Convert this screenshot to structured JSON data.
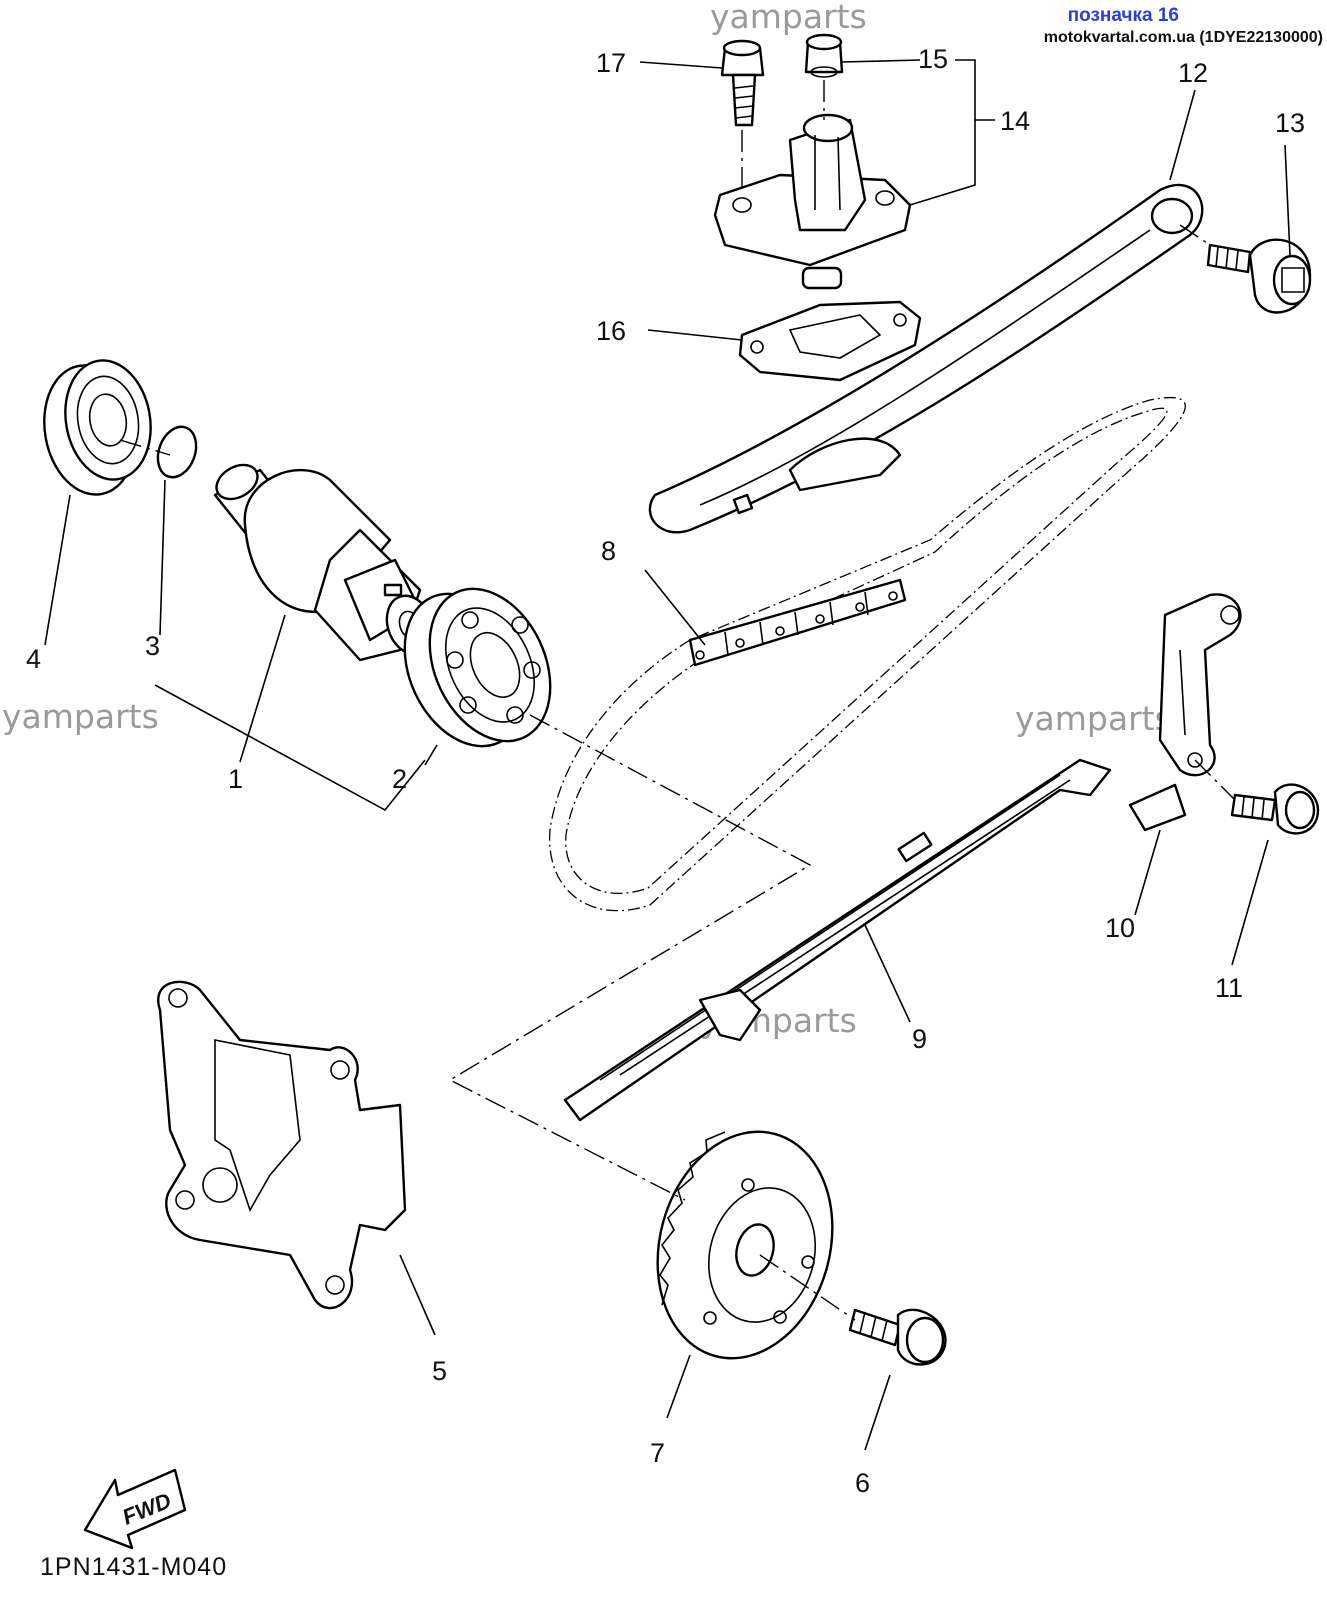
{
  "header": {
    "badge_label": "позначка 16",
    "site_code": "motokvartal.com.ua (1DYE22130000)"
  },
  "watermark": "yamparts",
  "drawing_code": "1PN1431-M040",
  "fwd_label": "FWD",
  "callouts": [
    "1",
    "2",
    "3",
    "4",
    "5",
    "6",
    "7",
    "8",
    "9",
    "10",
    "11",
    "12",
    "13",
    "14",
    "15",
    "16",
    "17"
  ]
}
